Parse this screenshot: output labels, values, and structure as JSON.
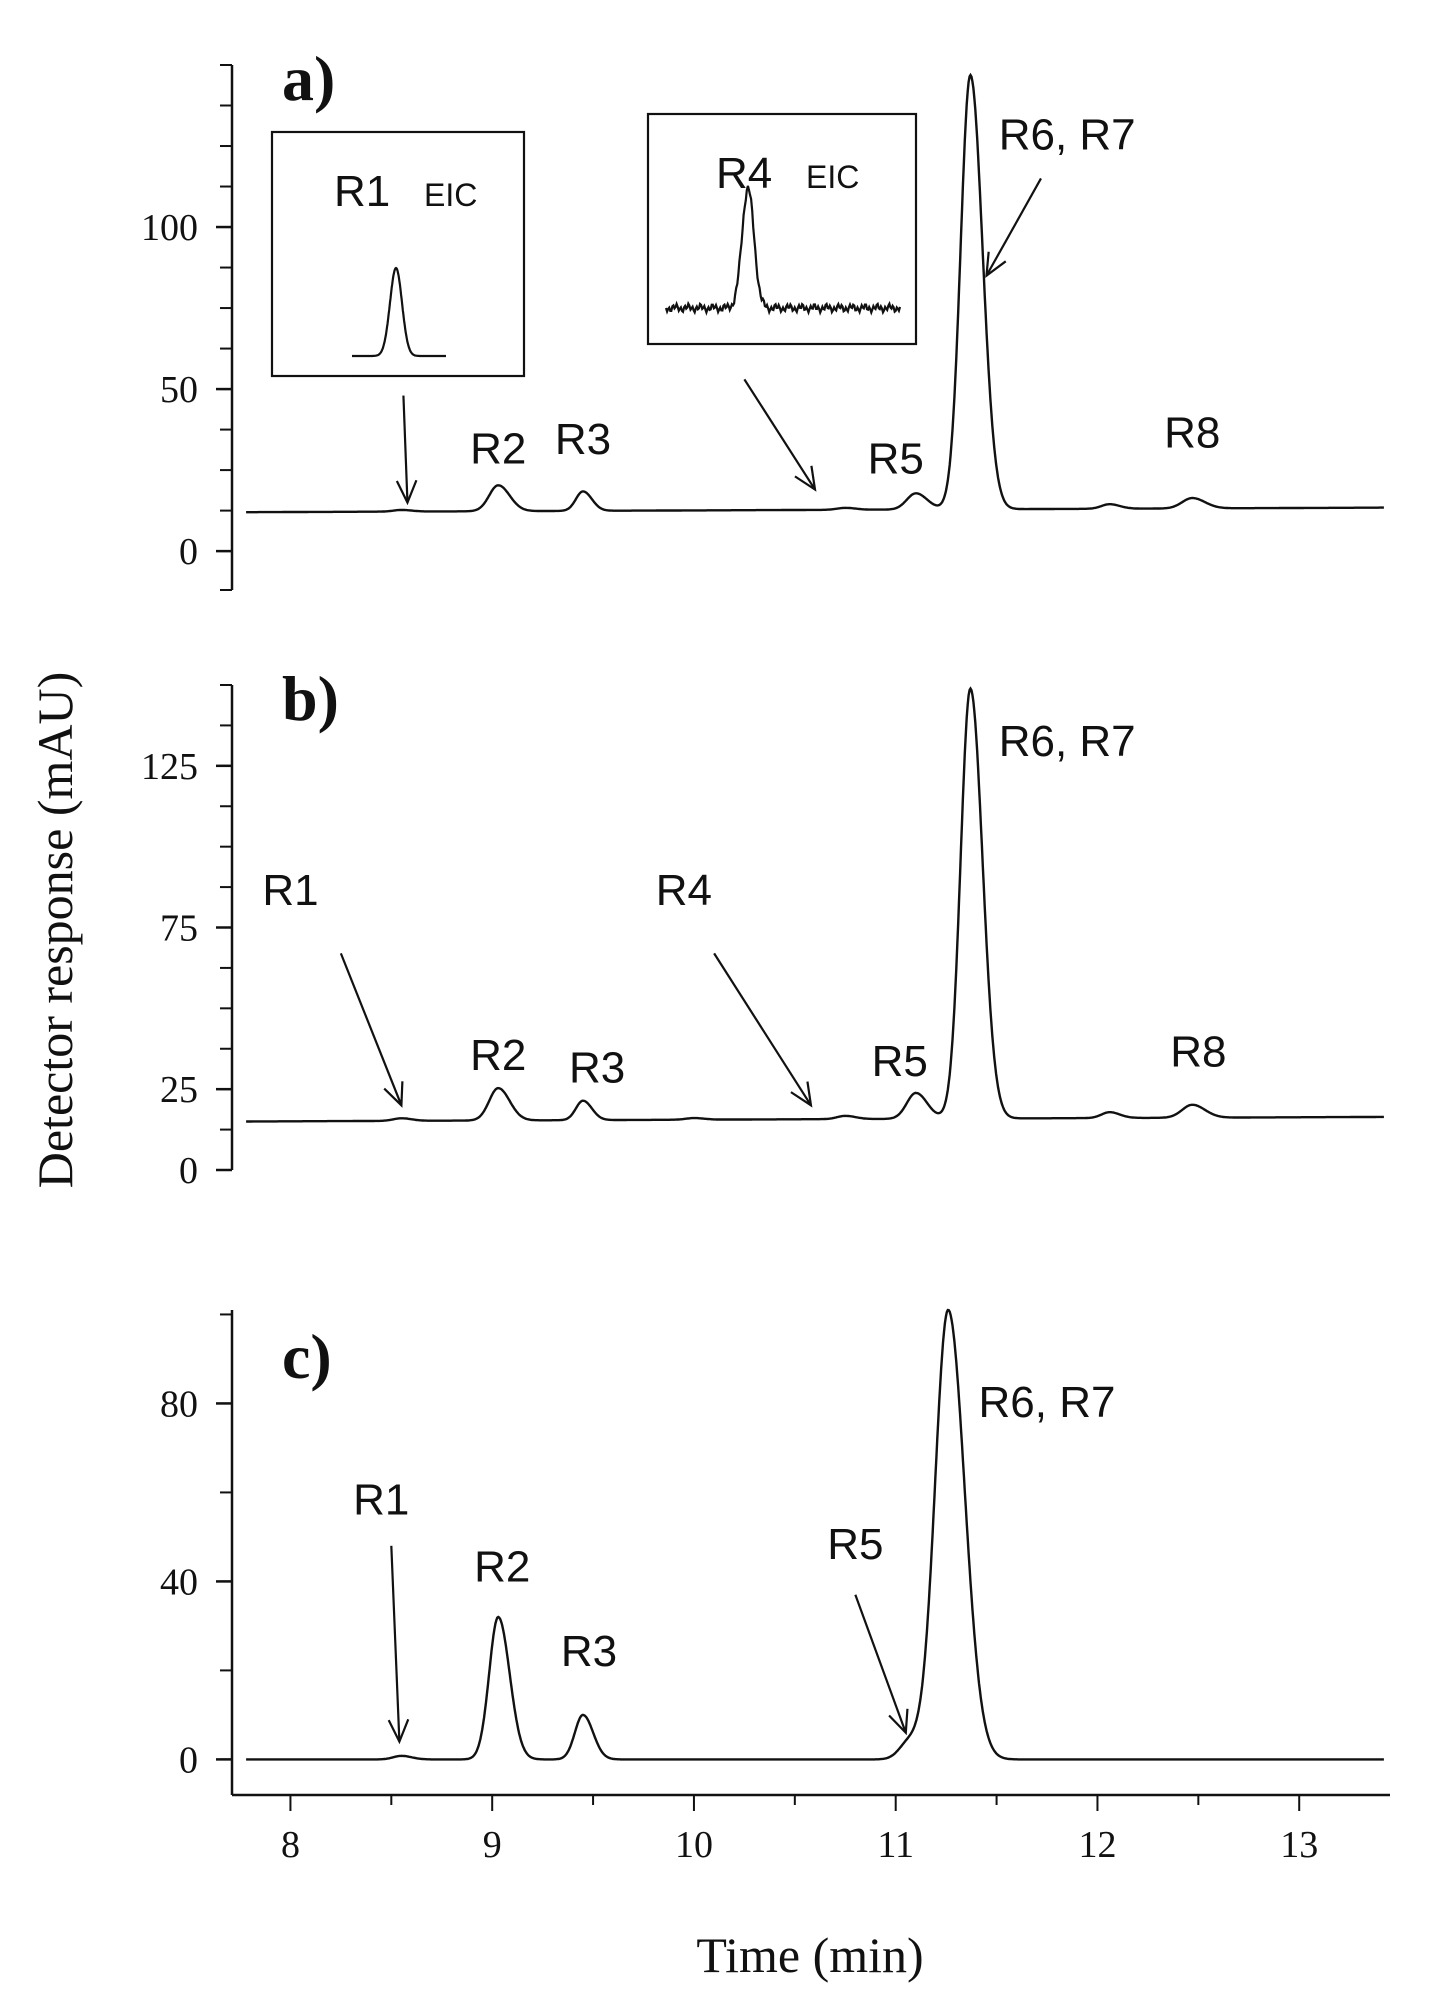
{
  "chart_data": [
    {
      "type": "line",
      "panel_label": "a)",
      "xlim": [
        7.75,
        13.45
      ],
      "ylim": [
        -12,
        150
      ],
      "yticks": [
        0,
        50,
        100
      ],
      "y_minor_ticks": [
        -12,
        0,
        12.5,
        25,
        37.5,
        50,
        62.5,
        75,
        87.5,
        100,
        112.5,
        125,
        137.5,
        150
      ],
      "baseline": 12,
      "series": [
        {
          "peaks": [
            {
              "t": 8.55,
              "h": 0.5,
              "w": 0.04
            },
            {
              "t": 9.03,
              "h": 8,
              "w": 0.045
            },
            {
              "t": 9.45,
              "h": 6,
              "w": 0.035
            },
            {
              "t": 10.75,
              "h": 0.6,
              "w": 0.04
            },
            {
              "t": 11.1,
              "h": 5,
              "w": 0.045
            },
            {
              "t": 11.37,
              "h": 134,
              "w": 0.048
            },
            {
              "t": 12.06,
              "h": 1.4,
              "w": 0.04
            },
            {
              "t": 12.47,
              "h": 3.2,
              "w": 0.05
            }
          ]
        }
      ],
      "peak_labels": [
        {
          "text": "R2",
          "x": 9.03,
          "y": 27
        },
        {
          "text": "R3",
          "x": 9.45,
          "y": 30
        },
        {
          "text": "R5",
          "x": 11.0,
          "y": 24
        },
        {
          "text": "R8",
          "x": 12.47,
          "y": 32
        },
        {
          "text": "R6, R7",
          "x": 11.85,
          "y": 124
        }
      ],
      "arrows": [
        {
          "from": [
            8.56,
            48
          ],
          "to": [
            8.58,
            15
          ]
        },
        {
          "from": [
            10.25,
            53
          ],
          "to": [
            10.6,
            19
          ]
        },
        {
          "from": [
            11.72,
            115
          ],
          "to": [
            11.45,
            85
          ]
        }
      ],
      "insets": [
        {
          "title": "R1",
          "subtitle": "EIC"
        },
        {
          "title": "R4",
          "subtitle": "EIC"
        }
      ]
    },
    {
      "type": "line",
      "panel_label": "b)",
      "xlim": [
        7.75,
        13.45
      ],
      "ylim": [
        0,
        150
      ],
      "yticks": [
        0,
        25,
        75,
        125
      ],
      "y_minor_ticks": [
        0,
        12.5,
        25,
        37.5,
        50,
        62.5,
        75,
        87.5,
        100,
        112.5,
        125,
        137.5,
        150
      ],
      "baseline": 15,
      "series": [
        {
          "peaks": [
            {
              "t": 8.55,
              "h": 0.8,
              "w": 0.04
            },
            {
              "t": 9.03,
              "h": 10,
              "w": 0.045
            },
            {
              "t": 9.45,
              "h": 6,
              "w": 0.035
            },
            {
              "t": 10.0,
              "h": 0.5,
              "w": 0.04
            },
            {
              "t": 10.75,
              "h": 1.0,
              "w": 0.04
            },
            {
              "t": 11.1,
              "h": 8,
              "w": 0.045
            },
            {
              "t": 11.37,
              "h": 133,
              "w": 0.048
            },
            {
              "t": 12.06,
              "h": 1.8,
              "w": 0.04
            },
            {
              "t": 12.47,
              "h": 4,
              "w": 0.05
            }
          ]
        }
      ],
      "peak_labels": [
        {
          "text": "R1",
          "x": 8.0,
          "y": 82
        },
        {
          "text": "R2",
          "x": 9.03,
          "y": 31
        },
        {
          "text": "R3",
          "x": 9.52,
          "y": 27
        },
        {
          "text": "R4",
          "x": 9.95,
          "y": 82
        },
        {
          "text": "R5",
          "x": 11.02,
          "y": 29
        },
        {
          "text": "R8",
          "x": 12.5,
          "y": 32
        },
        {
          "text": "R6, R7",
          "x": 11.85,
          "y": 128
        }
      ],
      "arrows": [
        {
          "from": [
            8.25,
            67
          ],
          "to": [
            8.55,
            20
          ]
        },
        {
          "from": [
            10.1,
            67
          ],
          "to": [
            10.58,
            20
          ]
        }
      ]
    },
    {
      "type": "line",
      "panel_label": "c)",
      "xlim": [
        7.75,
        13.45
      ],
      "ylim": [
        -8,
        101
      ],
      "yticks": [
        0,
        40,
        80
      ],
      "y_minor_ticks": [
        0,
        20,
        40,
        60,
        80,
        100
      ],
      "baseline": 0,
      "xticks": [
        8,
        9,
        10,
        11,
        12,
        13
      ],
      "xlabel": "Time (min)",
      "series": [
        {
          "peaks": [
            {
              "t": 8.55,
              "h": 0.8,
              "w": 0.04
            },
            {
              "t": 9.03,
              "h": 32,
              "w": 0.045
            },
            {
              "t": 9.45,
              "h": 10,
              "w": 0.04
            },
            {
              "t": 11.07,
              "h": 4,
              "w": 0.05
            },
            {
              "t": 11.26,
              "h": 101,
              "w": 0.065
            }
          ]
        }
      ],
      "peak_labels": [
        {
          "text": "R1",
          "x": 8.45,
          "y": 55
        },
        {
          "text": "R2",
          "x": 9.05,
          "y": 40
        },
        {
          "text": "R3",
          "x": 9.48,
          "y": 21
        },
        {
          "text": "R5",
          "x": 10.8,
          "y": 45
        },
        {
          "text": "R6, R7",
          "x": 11.75,
          "y": 77
        }
      ],
      "arrows": [
        {
          "from": [
            8.5,
            48
          ],
          "to": [
            8.54,
            4
          ]
        },
        {
          "from": [
            10.8,
            37
          ],
          "to": [
            11.05,
            6
          ]
        }
      ]
    }
  ],
  "ylabel": "Detector response (mAU)"
}
